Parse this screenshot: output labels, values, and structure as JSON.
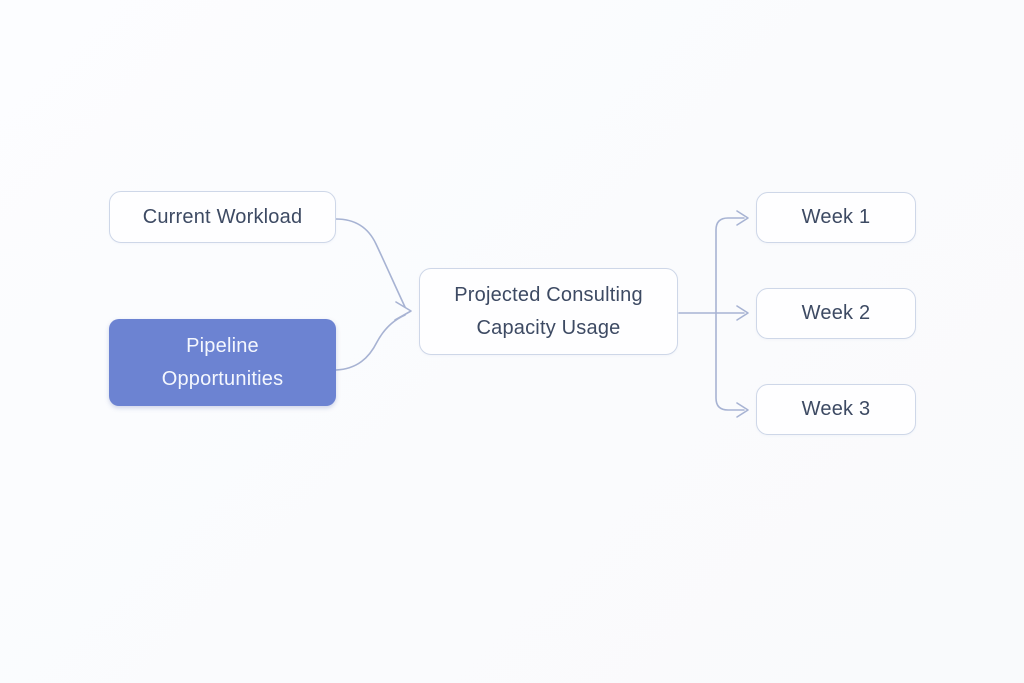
{
  "theme": {
    "background": "#fbfcfe",
    "accent_color": "#6c83d2",
    "edge_color": "#a7b3d3",
    "node_border_color": "#ced7e8",
    "node_text_color": "#3d4a63",
    "filled_node_text_color": "#f4f7fe"
  },
  "diagram": {
    "type": "mindmap-flow",
    "nodes": [
      {
        "id": "current-workload",
        "label": "Current Workload",
        "variant": "outline",
        "role": "input"
      },
      {
        "id": "pipeline-opportunities",
        "label": "Pipeline Opportunities",
        "variant": "filled",
        "role": "input"
      },
      {
        "id": "projected-capacity",
        "label": "Projected Consulting Capacity Usage",
        "variant": "outline",
        "role": "center"
      },
      {
        "id": "week-1",
        "label": "Week 1",
        "variant": "outline",
        "role": "output"
      },
      {
        "id": "week-2",
        "label": "Week 2",
        "variant": "outline",
        "role": "output"
      },
      {
        "id": "week-3",
        "label": "Week 3",
        "variant": "outline",
        "role": "output"
      }
    ],
    "edges": [
      {
        "from": "current-workload",
        "to": "projected-capacity",
        "arrow": true
      },
      {
        "from": "pipeline-opportunities",
        "to": "projected-capacity",
        "arrow": true
      },
      {
        "from": "projected-capacity",
        "to": "week-1",
        "arrow": true
      },
      {
        "from": "projected-capacity",
        "to": "week-2",
        "arrow": true
      },
      {
        "from": "projected-capacity",
        "to": "week-3",
        "arrow": true
      }
    ]
  }
}
